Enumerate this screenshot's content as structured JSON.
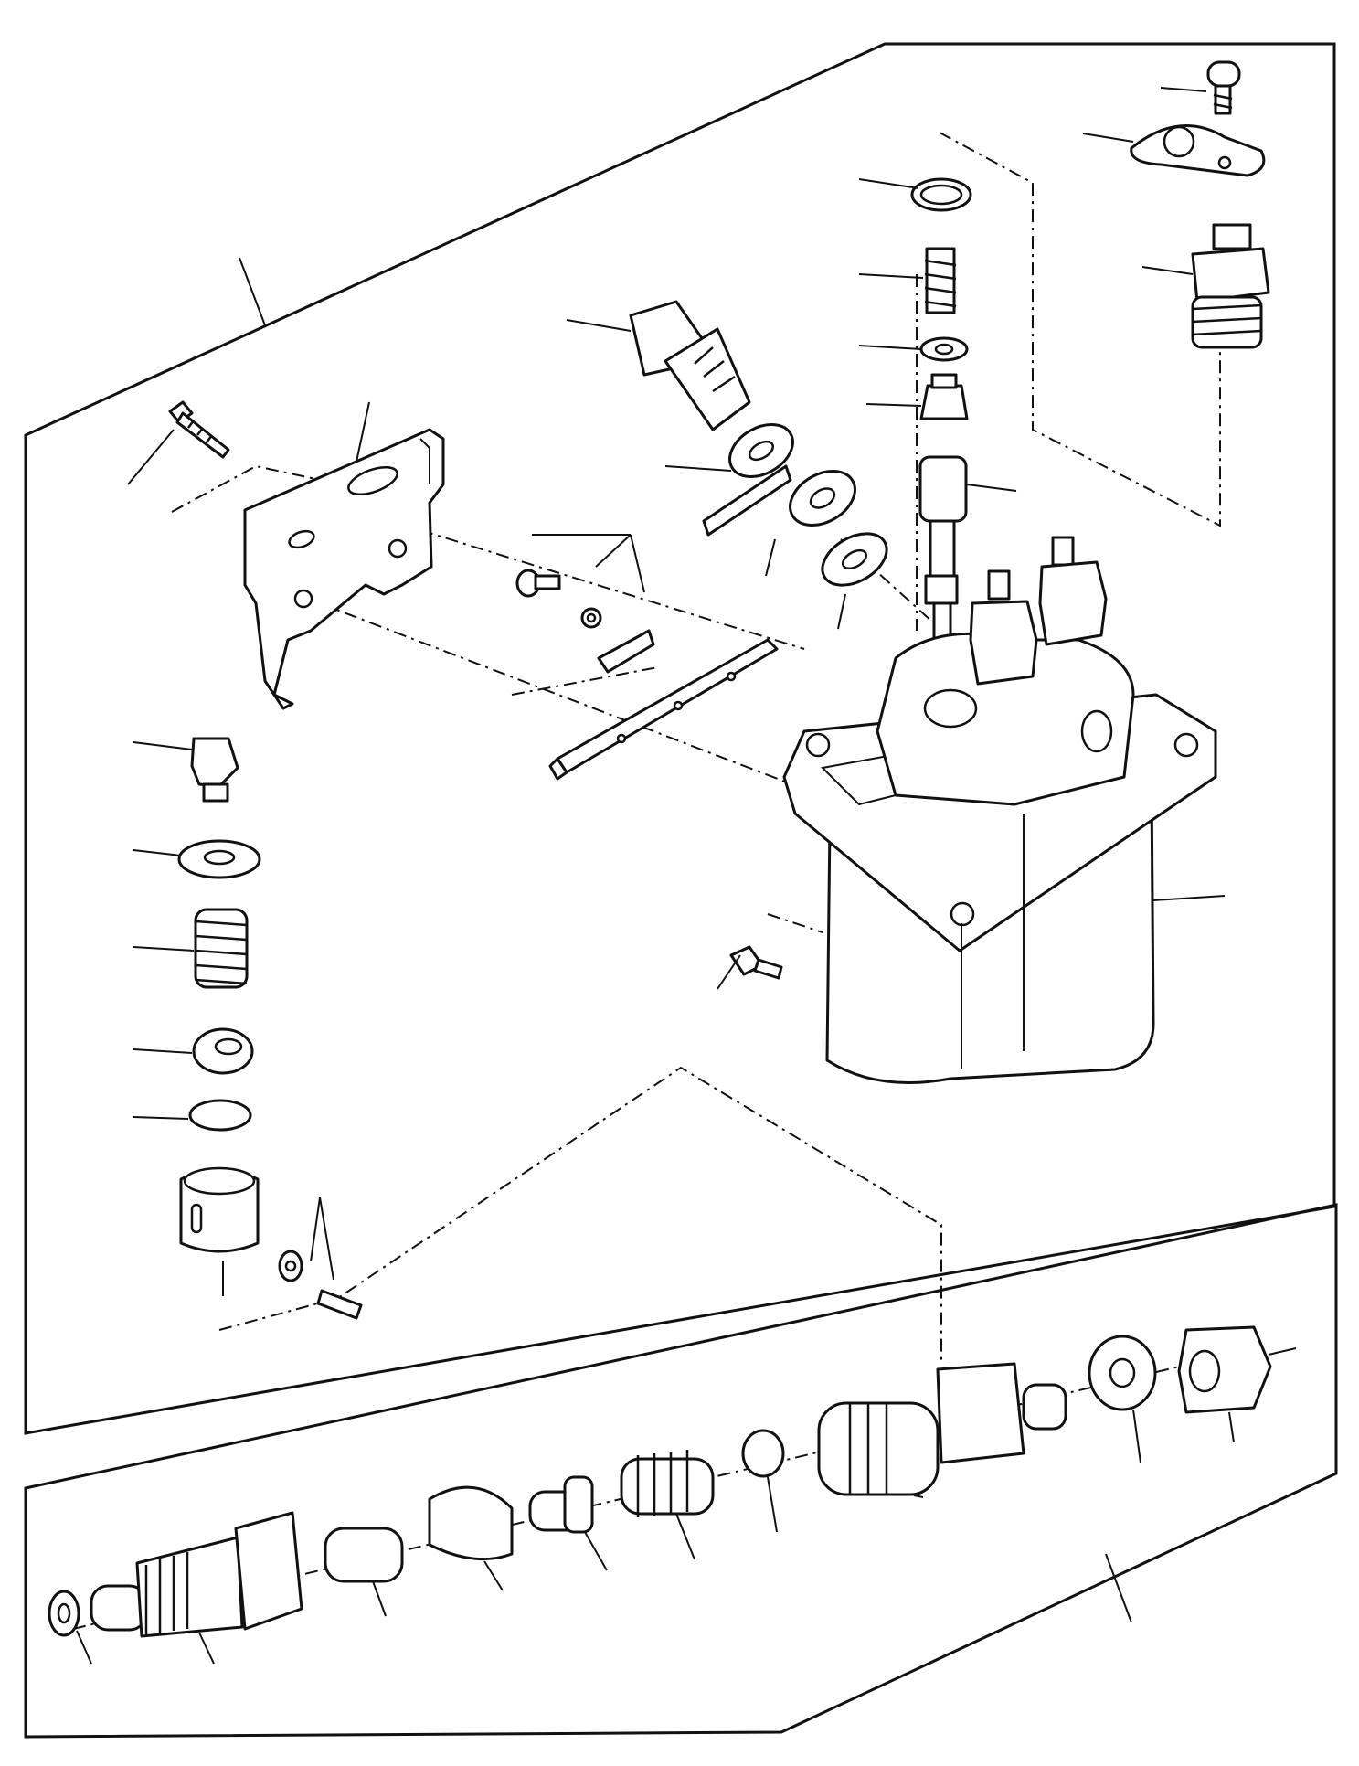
{
  "diagram": {
    "kind": "exploded parts diagram",
    "panels": [
      "solenoid-assembly-panel",
      "check-valve-panel"
    ],
    "callout_labels_visible": false
  }
}
